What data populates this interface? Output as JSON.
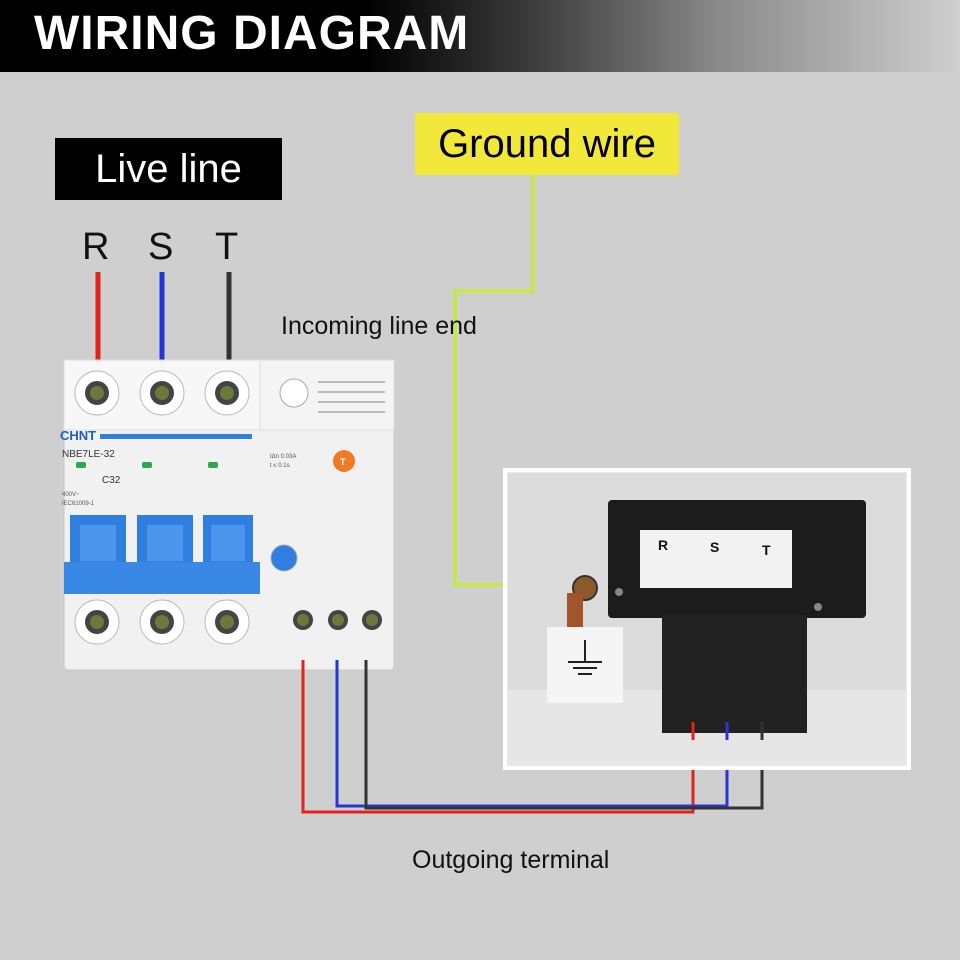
{
  "header": {
    "title": "WIRING DIAGRAM"
  },
  "labels": {
    "live_line": "Live line",
    "ground_wire": "Ground wire",
    "incoming_line_end": "Incoming line end",
    "outgoing_terminal": "Outgoing terminal"
  },
  "phases": {
    "r": "R",
    "s": "S",
    "t": "T"
  },
  "breaker": {
    "brand": "CHNT",
    "model": "NBE7LE-32",
    "rating": "C32",
    "spec_1": "400V~",
    "spec_2": "IEC61009-1",
    "leak_1": "IΔn 0.03A",
    "leak_2": "t ≤ 0.1s",
    "test_button": "T"
  },
  "terminal_box": {
    "label_r": "R",
    "label_s": "S",
    "label_t": "T"
  },
  "colors": {
    "red_wire": "#e3231b",
    "blue_wire": "#2436d8",
    "black_wire": "#333333",
    "ground_wire": "#c6e84a",
    "ground_label_bg": "#f1e83a"
  }
}
